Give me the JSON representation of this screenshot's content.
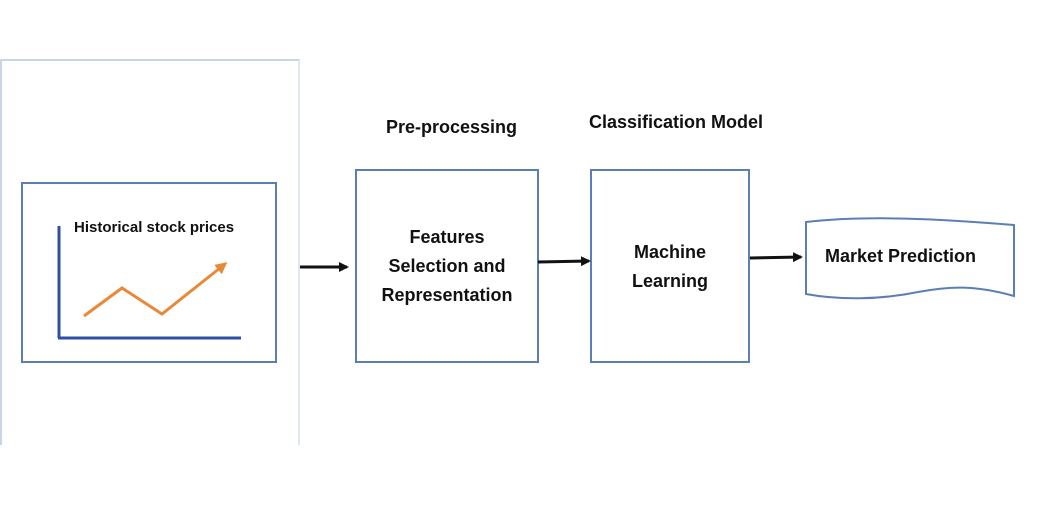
{
  "input": {
    "label": "Historical stock prices"
  },
  "preprocessing": {
    "heading": "Pre-processing",
    "lines": [
      "Features",
      "Selection and",
      "Representation"
    ]
  },
  "classification": {
    "heading": "Classification Model",
    "lines": [
      "Machine",
      "Learning"
    ]
  },
  "output": {
    "label": "Market Prediction"
  },
  "colors": {
    "box_border": "#5b7fb5",
    "chart_axis": "#2e4fa3",
    "trend_line": "#e8893a",
    "arrow": "#111111",
    "frame": "#c9d6ea"
  }
}
